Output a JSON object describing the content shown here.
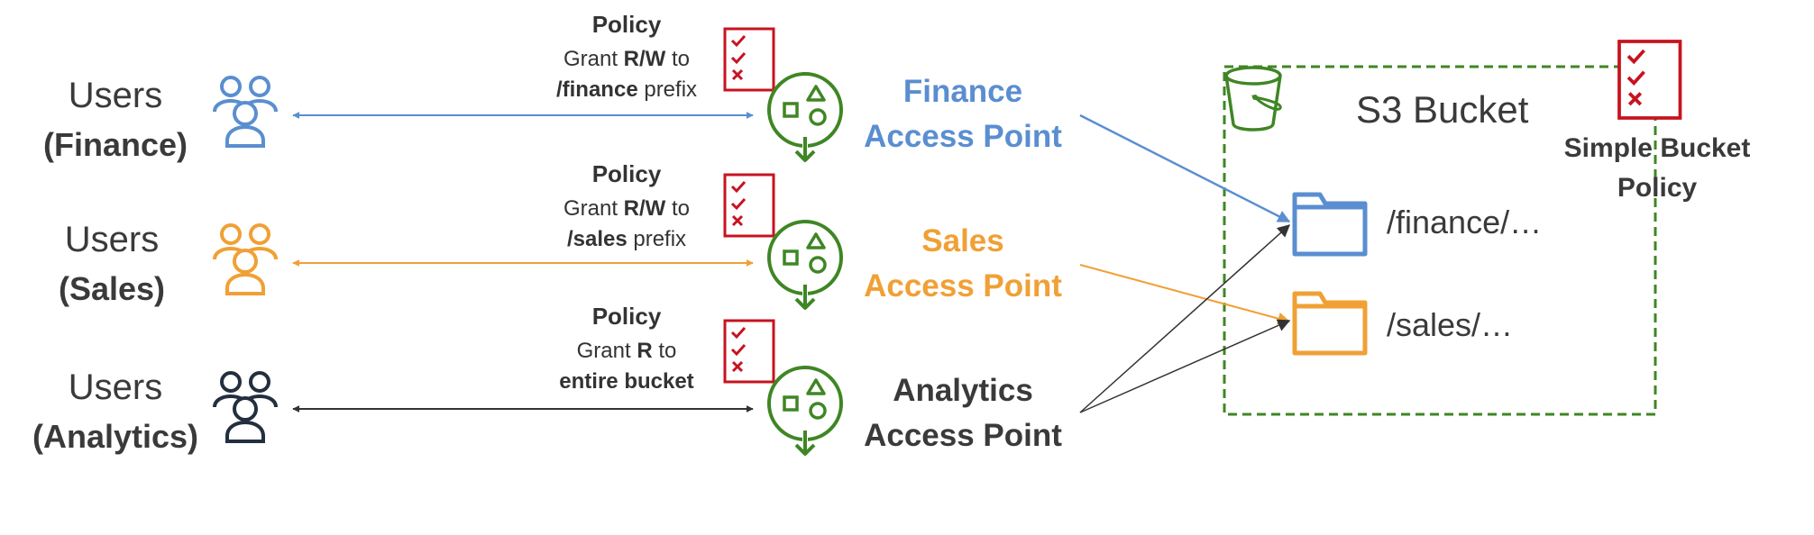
{
  "users": [
    {
      "line1": "Users",
      "line2": "(Finance)",
      "color": "#5A8ED0"
    },
    {
      "line1": "Users",
      "line2": "(Sales)",
      "color": "#F0A035"
    },
    {
      "line1": "Users",
      "line2": "(Analytics)",
      "color": "#232F3E"
    }
  ],
  "policies": [
    {
      "title": "Policy",
      "line2_pre": "Grant ",
      "line2_bold": "R/W",
      "line2_post": " to",
      "line3_bold": "/finance",
      "line3_post": " prefix"
    },
    {
      "title": "Policy",
      "line2_pre": "Grant ",
      "line2_bold": "R/W",
      "line2_post": " to",
      "line3_bold": "/sales",
      "line3_post": " prefix"
    },
    {
      "title": "Policy",
      "line2_pre": "Grant ",
      "line2_bold": "R",
      "line2_post": " to",
      "line3_bold": "entire bucket",
      "line3_post": ""
    }
  ],
  "access_points": [
    {
      "line1": "Finance",
      "line2": "Access Point",
      "color": "#5A8ED0"
    },
    {
      "line1": "Sales",
      "line2": "Access Point",
      "color": "#F0A035"
    },
    {
      "line1": "Analytics",
      "line2": "Access Point",
      "color": "#3A3A3A"
    }
  ],
  "bucket": {
    "title": "S3 Bucket",
    "prefixes": [
      "/finance/…",
      "/sales/…"
    ],
    "policy_label_line1": "Simple Bucket",
    "policy_label_line2": "Policy"
  },
  "colors": {
    "finance": "#5A8ED0",
    "sales": "#F0A035",
    "analytics": "#232F3E",
    "access_point_icon": "#3F8624",
    "policy_icon": "#C7131F",
    "bucket_border": "#3F8624"
  },
  "icons": [
    "users-group-icon",
    "policy-checklist-icon",
    "access-point-icon",
    "s3-bucket-icon",
    "folder-icon"
  ]
}
